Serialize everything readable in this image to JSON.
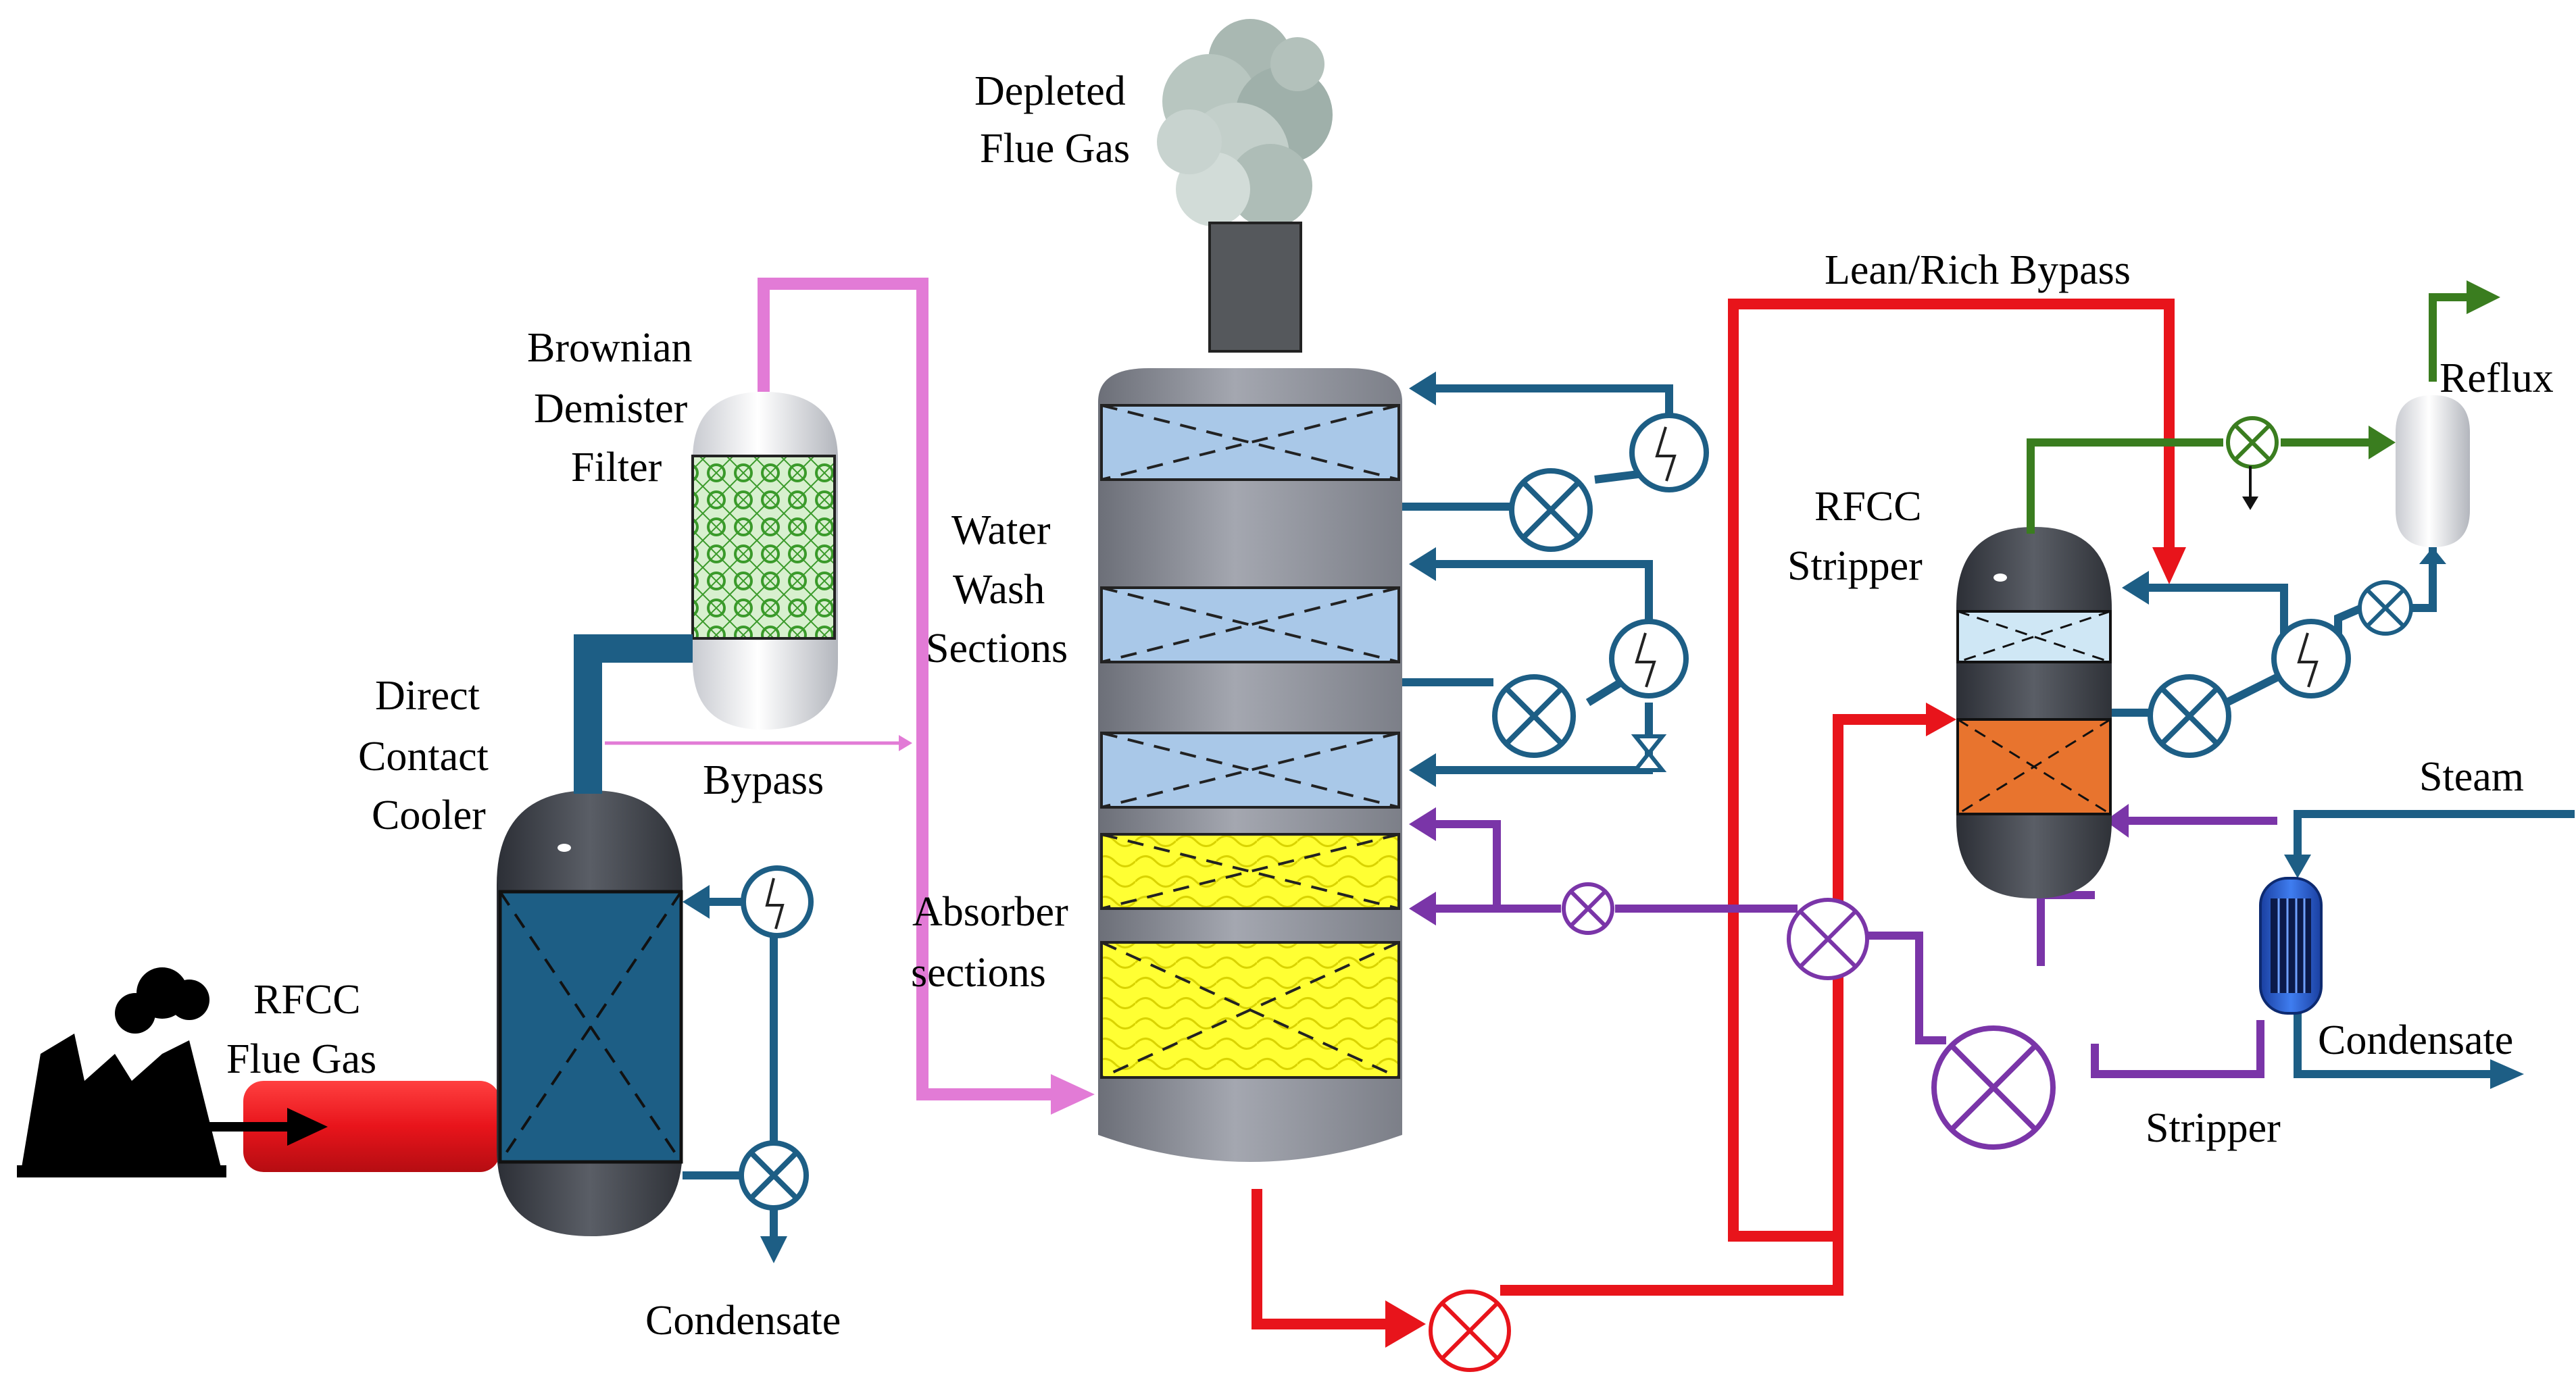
{
  "labels": {
    "depleted_1": "Depleted",
    "depleted_2": "Flue Gas",
    "lean_rich_bypass": "Lean/Rich Bypass",
    "reflux": "Reflux",
    "brownian_1": "Brownian",
    "brownian_2": "Demister",
    "brownian_3": "Filter",
    "water_1": "Water",
    "water_2": "Wash",
    "water_3": "Sections",
    "rfcc_stripper_1": "RFCC",
    "rfcc_stripper_2": "Stripper",
    "dcc_1": "Direct",
    "dcc_2": "Contact",
    "dcc_3": "Cooler",
    "bypass": "Bypass",
    "steam": "Steam",
    "absorber_1": "Absorber",
    "absorber_2": "sections",
    "rfcc_flue_1": "RFCC",
    "rfcc_flue_2": "Flue Gas",
    "condensate_right": "Condensate",
    "stripper_bottom": "Stripper",
    "condensate_left": "Condensate"
  },
  "colors": {
    "flue_gas": "#e8141b",
    "cooling_water": "#1d5e85",
    "bypass_gas": "#e27bd6",
    "reflux_gas": "#3a7d1f",
    "solvent": "#7a35a8",
    "packing_water": "#a9c8e8",
    "packing_absorber": "#ffff33",
    "packing_stripper": "#e8742e",
    "dcc_packing": "#1d5e85"
  },
  "icons": [
    "factory-icon",
    "smoke-plume-icon",
    "heat-exchanger-icon",
    "pump-icon",
    "valve-icon",
    "reboiler-icon"
  ]
}
